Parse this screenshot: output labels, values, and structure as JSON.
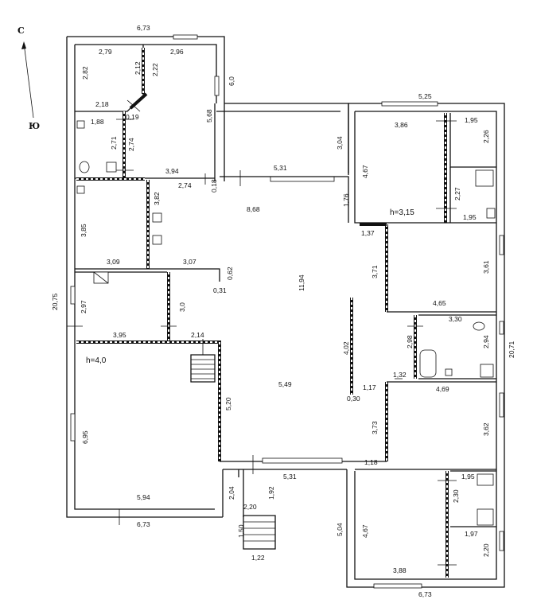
{
  "compass": {
    "north": "С",
    "south": "Ю"
  },
  "heights": {
    "main": "h=4,0",
    "right_block": "h=3,15"
  },
  "dimensions": {
    "top_width": "6,73",
    "top_left_w1": "2,79",
    "top_left_w2": "2,96",
    "room_a_h": "2,82",
    "room_a_h2": "2,12",
    "room_a_h3": "2,22",
    "room_a_w": "2,18",
    "top_right_side": "6,0",
    "left_big_h": "5,68",
    "diag": "0,19",
    "wc1_w": "1,88",
    "wc1_h": "2,71",
    "wc1_h2": "2,74",
    "w394": "3,94",
    "w274": "2,74",
    "w018": "0,18",
    "hall_top": "5,31",
    "hall_h": "3,04",
    "hall_big": "8,68",
    "room_385": "3,85",
    "room_382": "3,82",
    "room_309": "3,09",
    "room_307": "3,07",
    "w062": "0,62",
    "w031": "0,31",
    "left_total": "20,75",
    "room_297": "2,97",
    "room_30": "3,0",
    "room_395": "3,95",
    "stair_w": "2,14",
    "main_h": "6,95",
    "main_w": "5,94",
    "bottom_width": "6,73",
    "main_side": "5,20",
    "center_h": "11,94",
    "center_w": "5,49",
    "pillar_h": "4,02",
    "pillar_w": "0,30",
    "r_top_width": "5,25",
    "r_room1_w": "3,86",
    "r_room1_h": "4,67",
    "r_room1_side": "3,04",
    "r_wc1_w": "1,95",
    "r_wc1_h": "2,26",
    "r_wc2_h": "2,27",
    "r_wc2_w": "1,95",
    "w176": "1,76",
    "w137": "1,37",
    "r_room2_h": "3,71",
    "r_room2_side": "3,61",
    "r_room2_w": "4,65",
    "r_bath_w": "3,30",
    "r_bath_h": "2,98",
    "r_bath_h2": "2,94",
    "right_total": "20,71",
    "w132": "1,32",
    "w117": "1,17",
    "r_room3_w": "4,69",
    "r_room3_h": "3,73",
    "r_room3_side": "3,62",
    "w118": "1,18",
    "bot_hall": "5,31",
    "porch_h": "2,04",
    "porch_w": "2,20",
    "porch_h2": "1,92",
    "steps_h": "1,50",
    "steps_w": "1,22",
    "r_bottom_side": "5,04",
    "r_room4_h": "4,67",
    "r_room4_w": "3,88",
    "r_wc3_w": "1,95",
    "r_wc3_h": "2,30",
    "r_wc4_w": "1,97",
    "r_wc4_h": "2,20",
    "r_bottom_width": "6,73"
  }
}
